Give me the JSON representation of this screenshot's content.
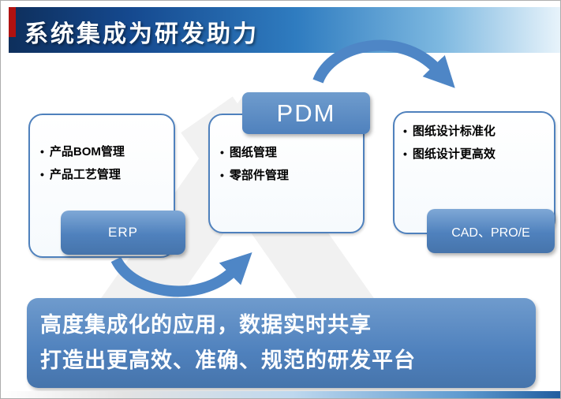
{
  "title": {
    "text": "系统集成为研发助力"
  },
  "boxes": {
    "erp": {
      "bullets": [
        "产品BOM管理",
        "产品工艺管理"
      ],
      "label": "ERP"
    },
    "pdm": {
      "bullets": [
        "图纸管理",
        "零部件管理"
      ],
      "label": "PDM"
    },
    "cad": {
      "bullets": [
        "图纸设计标准化",
        "图纸设计更高效"
      ],
      "label": "CAD、PRO/E"
    }
  },
  "summary": {
    "line1": "高度集成化的应用，数据实时共享",
    "line2": "打造出更高效、准确、规范的研发平台"
  },
  "colors": {
    "primary_blue": "#4f81bd",
    "title_dark_blue": "#0e2f5c",
    "title_light_blue": "#7db8e0",
    "accent_red": "#b01210",
    "text_black": "#000000",
    "text_white": "#ffffff"
  }
}
